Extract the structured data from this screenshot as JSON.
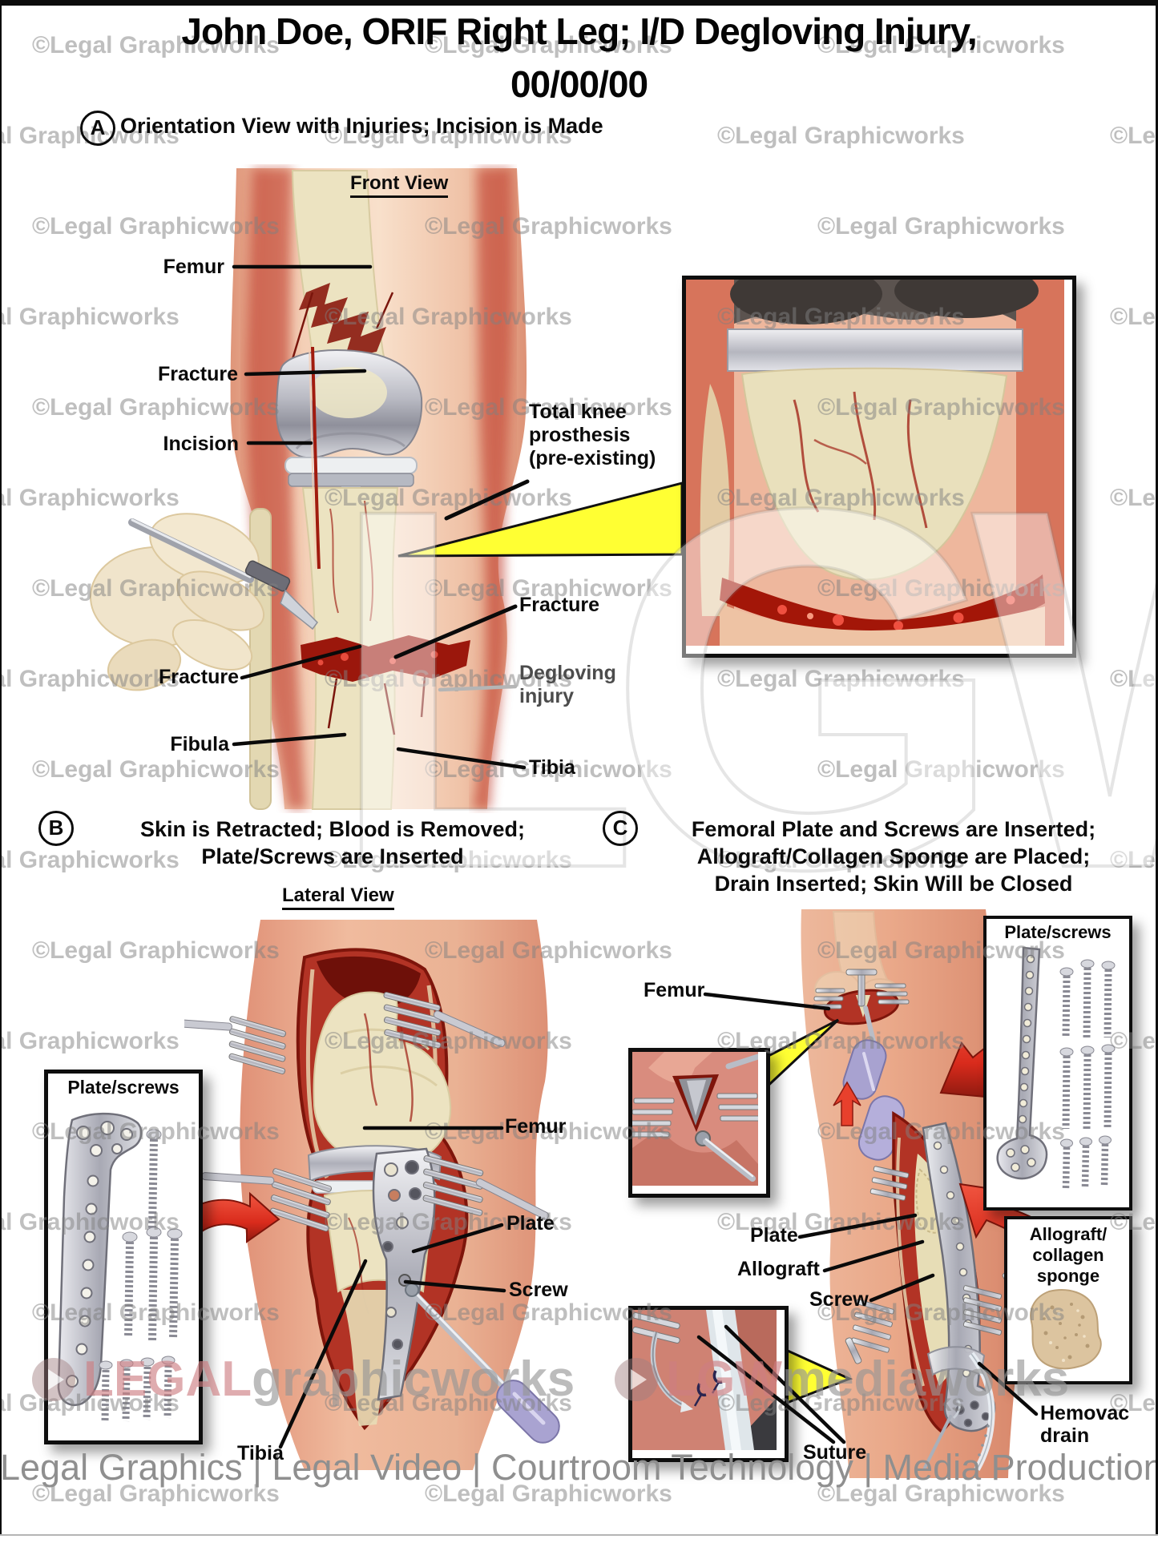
{
  "page": {
    "title_line1": "John Doe, ORIF Right Leg; I/D Degloving Injury,",
    "title_line2": "00/00/00"
  },
  "watermark": {
    "tile": "©Legal Graphicworks",
    "monogram": "LGW",
    "brand_legal": "LEGAL",
    "brand_graphicworks": "graphicworks",
    "brand_lgw": "LGW",
    "brand_mediaworks": "mediaworks",
    "services": "Legal Graphics | Legal Video | Courtroom Technology | Media Production",
    "pink": "#d18a8e",
    "gray": "#a5a5a5",
    "callout_yellow": "#ffff33",
    "arrow_red": "#d92b1c"
  },
  "section_a": {
    "badge": "A",
    "heading": "Orientation View with Injuries; Incision is Made",
    "view_label": "Front View",
    "labels": {
      "femur": "Femur",
      "fracture_upper": "Fracture",
      "incision": "Incision",
      "prosthesis_l1": "Total knee",
      "prosthesis_l2": "prosthesis",
      "prosthesis_l3": "(pre-existing)",
      "fracture_mid": "Fracture",
      "degloving_l1": "Degloving",
      "degloving_l2": "injury",
      "fracture_lower": "Fracture",
      "fibula": "Fibula",
      "tibia": "Tibia"
    }
  },
  "section_b": {
    "badge": "B",
    "heading_l1": "Skin is Retracted; Blood is Removed;",
    "heading_l2": "Plate/Screws are Inserted",
    "view_label": "Lateral View",
    "inset_title": "Plate/screws",
    "labels": {
      "femur": "Femur",
      "plate": "Plate",
      "screw": "Screw",
      "tibia": "Tibia"
    }
  },
  "section_c": {
    "badge": "C",
    "heading_l1": "Femoral Plate and Screws are Inserted;",
    "heading_l2": "Allograft/Collagen Sponge are Placed;",
    "heading_l3": "Drain Inserted; Skin Will be Closed",
    "inset_plate_title": "Plate/screws",
    "inset_allograft_l1": "Allograft/",
    "inset_allograft_l2": "collagen",
    "inset_allograft_l3": "sponge",
    "labels": {
      "femur": "Femur",
      "plate": "Plate",
      "allograft": "Allograft",
      "screw": "Screw",
      "hemovac_l1": "Hemovac",
      "hemovac_l2": "drain",
      "suture": "Suture"
    }
  }
}
